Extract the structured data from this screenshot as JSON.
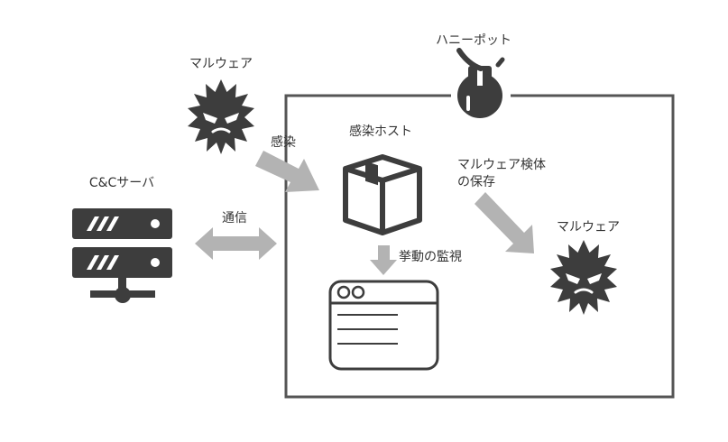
{
  "labels": {
    "honeypot": "ハニーポット",
    "malware_outside": "マルウェア",
    "infection": "感染",
    "infected_host": "感染ホスト",
    "cc_server": "C&Cサーバ",
    "communication": "通信",
    "behavior_monitoring": "挙動の監視",
    "sample_storage_line1": "マルウェア検体",
    "sample_storage_line2": "の保存",
    "malware_inside": "マルウェア"
  },
  "icons": {
    "honeypot": "honeypot-pot-icon",
    "malware": "malware-virus-face-icon",
    "host": "box-package-icon",
    "server": "server-rack-icon",
    "monitor": "browser-window-icon"
  },
  "colors": {
    "icon": "#3d3d3d",
    "arrow": "#b3b3b3",
    "frame": "#555555",
    "text": "#333333"
  }
}
